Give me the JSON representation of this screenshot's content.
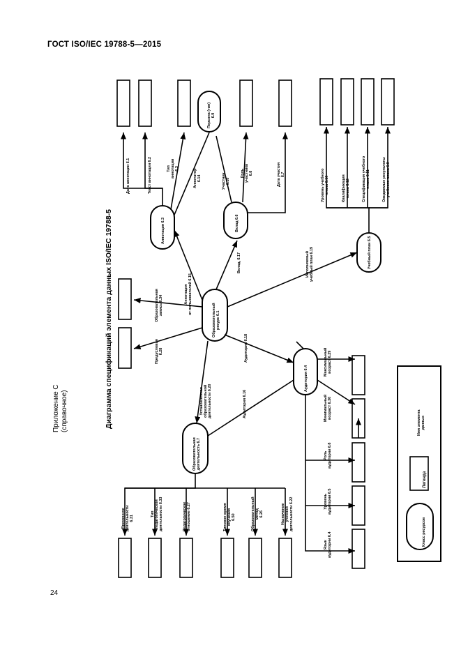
{
  "document": {
    "header": "ГОСТ ISO/IEC 19788-5—2015",
    "page_number": "24",
    "annex_label_line1": "Приложение С",
    "annex_label_line2": "(справочное)",
    "figure_title": "Диаграмма спецификаций элемента данных ISO/IEC 19788-5"
  },
  "classes": [
    {
      "id": "annotation",
      "label_line1": "Аннотация 6.3"
    },
    {
      "id": "contribution",
      "label_line1": "Вклад 6.6"
    },
    {
      "id": "person",
      "label_line1": "Персона (тип)",
      "label_line2": "6.9"
    },
    {
      "id": "resource",
      "label_line1": "Образовательный",
      "label_line2": "ресурс 6.1"
    },
    {
      "id": "curriculum",
      "label_line1": "Учебный план 6.5"
    },
    {
      "id": "audience",
      "label_line1": "Аудитория 6.4"
    },
    {
      "id": "activity",
      "label_line1": "Образовательная",
      "label_line2": "деятельность 6.7"
    }
  ],
  "data_elements": [
    {
      "id": "de-annot-date",
      "label_line1": "Дата аннотации 6.1"
    },
    {
      "id": "de-annot-text",
      "label_line1": "Текст аннотации 6.2"
    },
    {
      "id": "de-annot-type",
      "label_line1": "Тип",
      "label_line2": "аннотации",
      "label_line3": "6.3"
    },
    {
      "id": "de-annotator",
      "label_line1": "Аннотатор",
      "label_line2": "6.14"
    },
    {
      "id": "de-contributor",
      "label_line1": "Участник",
      "label_line2": "6.10"
    },
    {
      "id": "de-contrib-role",
      "label_line1": "Роль",
      "label_line2": "участника",
      "label_line3": "6.8"
    },
    {
      "id": "de-contrib-date",
      "label_line1": "Дата участия",
      "label_line2": "6.7"
    },
    {
      "id": "de-curr-level",
      "label_line1": "Уровень учебного",
      "label_line2": "плана 6.10"
    },
    {
      "id": "de-curr-award",
      "label_line1": "Квалификация",
      "label_line2": "плана 6.12"
    },
    {
      "id": "de-curr-spec",
      "label_line1": "Спецификация учебного",
      "label_line2": "плана 6.11"
    },
    {
      "id": "de-curr-outcome",
      "label_line1": "Ожидаемые результаты",
      "label_line2": "учебного плана 6.9"
    },
    {
      "id": "de-user-annot",
      "label_line1": "Аннотация",
      "label_line2": "от пользователей 6.15"
    },
    {
      "id": "de-contrib-link",
      "label_line1": "Вклад, 6.17"
    },
    {
      "id": "de-required-curr",
      "label_line1": "Исполняемый",
      "label_line2": "учебный план 6.19"
    },
    {
      "id": "de-edu-record",
      "label_line1": "Образовательная",
      "label_line2": "запись 6.34"
    },
    {
      "id": "de-precondition",
      "label_line1": "Предусловия",
      "label_line2": "6.28"
    },
    {
      "id": "de-audience-ref",
      "label_line1": "Аудитория 6.18"
    },
    {
      "id": "de-activity-spec",
      "label_line1": "Установленная",
      "label_line2": "образовательной",
      "label_line3": "деятельности 6.20"
    },
    {
      "id": "de-activity-ref",
      "label_line1": "Аудитория 6.16"
    },
    {
      "id": "de-max-age",
      "label_line1": "Максимальный",
      "label_line2": "возраст 6.29"
    },
    {
      "id": "de-min-age",
      "label_line1": "Минимальный",
      "label_line2": "возраст 6.30"
    },
    {
      "id": "de-aud-role",
      "label_line1": "Роль",
      "label_line2": "аудитории 6.8"
    },
    {
      "id": "de-aud-level",
      "label_line1": "Уровень",
      "label_line2": "аудитории 6.5"
    },
    {
      "id": "de-aud-lang",
      "label_line1": "Язык",
      "label_line2": "аудитории 6.4"
    },
    {
      "id": "de-activity-time",
      "label_line1": "Временное",
      "label_line2": "деятельности",
      "label_line3": "6.31"
    },
    {
      "id": "de-pedagogy-type",
      "label_line1": "Тип",
      "label_line2": "педагогической",
      "label_line3": "деятельности 6.33"
    },
    {
      "id": "de-pedagogy-rel",
      "label_line1": "Педагогическое",
      "label_line2": "отношение 6.27"
    },
    {
      "id": "de-typical-time",
      "label_line1": "Типовое время",
      "label_line2": "обучения",
      "label_line3": "6.50"
    },
    {
      "id": "de-edu-method",
      "label_line1": "Образовательный",
      "label_line2": "метод",
      "label_line3": "6.26"
    },
    {
      "id": "de-activity-purpose",
      "label_line1": "Назначение",
      "label_line2": "учебной",
      "label_line3": "деятельности 6.22"
    }
  ],
  "legend": {
    "title": "Легенда",
    "entry_class": "Класс ресурсов",
    "entry_data_element_line1": "Имя элемента",
    "entry_data_element_line2": "данных"
  }
}
